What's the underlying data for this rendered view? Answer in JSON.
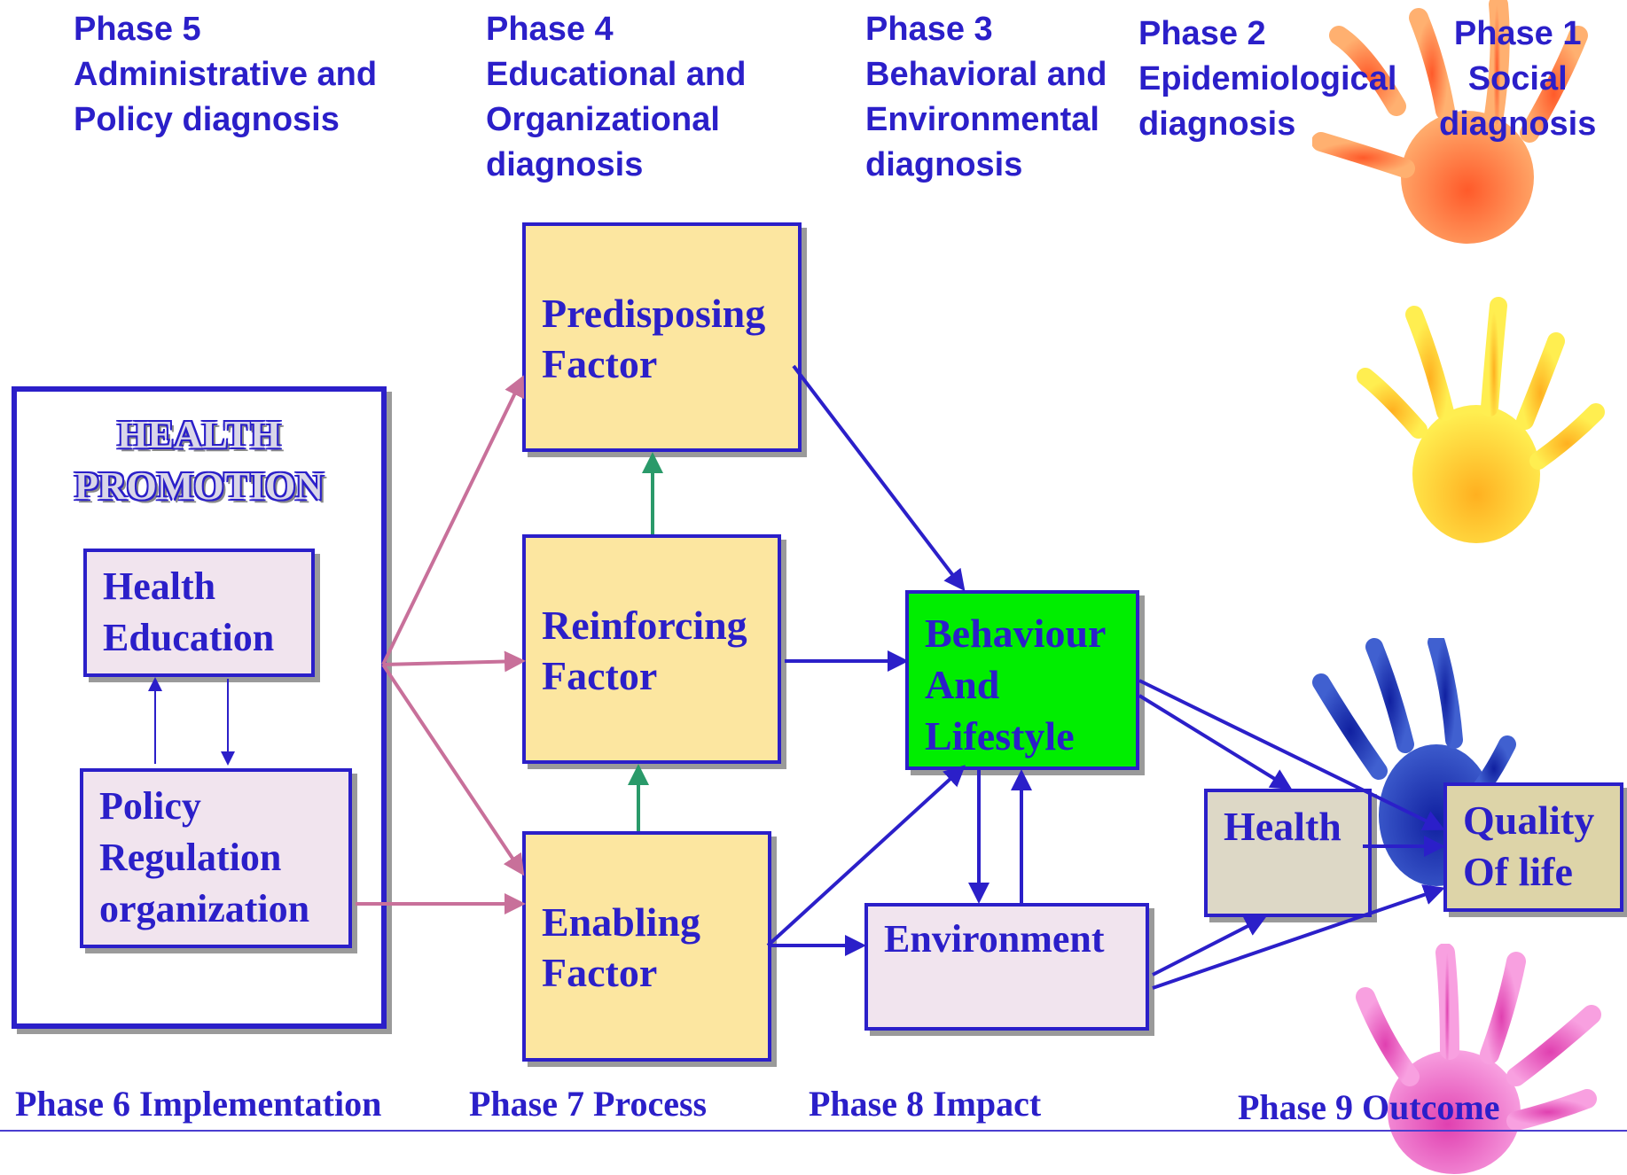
{
  "phases_top": [
    {
      "id": "phase5",
      "text": "Phase 5\nAdministrative and\nPolicy diagnosis"
    },
    {
      "id": "phase4",
      "text": "Phase 4\nEducational and\nOrganizational\ndiagnosis"
    },
    {
      "id": "phase3",
      "text": "Phase 3\nBehavioral and\nEnvironmental\ndiagnosis"
    },
    {
      "id": "phase2",
      "text": "Phase 2\nEpidemiological\ndiagnosis"
    },
    {
      "id": "phase1",
      "text": "Phase 1\nSocial\ndiagnosis"
    }
  ],
  "phases_bottom": {
    "phase6": "Phase 6 Implementation",
    "phase7": "Phase 7 Process",
    "phase8": "Phase 8  Impact",
    "phase9": "Phase 9 Outcome"
  },
  "health_promotion": {
    "title": "HEALTH\nPROMOTION",
    "health_education": "Health\nEducation",
    "policy": "Policy\nRegulation\norganization"
  },
  "factors": {
    "predisposing": "Predisposing\nFactor",
    "reinforcing": "Reinforcing\nFactor",
    "enabling": "Enabling\nFactor"
  },
  "behaviour": "Behaviour\nAnd\nLifestyle",
  "environment": "Environment",
  "health": "Health",
  "quality_of_life": "Quality\nOf life",
  "colors": {
    "primary": "#2b1fc9",
    "factor_fill": "#fce6a0",
    "pink_fill": "#f1e4ee",
    "behaviour_fill": "#00ee00",
    "pink_arrow": "#c8709a",
    "green_arrow": "#2a9a6a"
  }
}
